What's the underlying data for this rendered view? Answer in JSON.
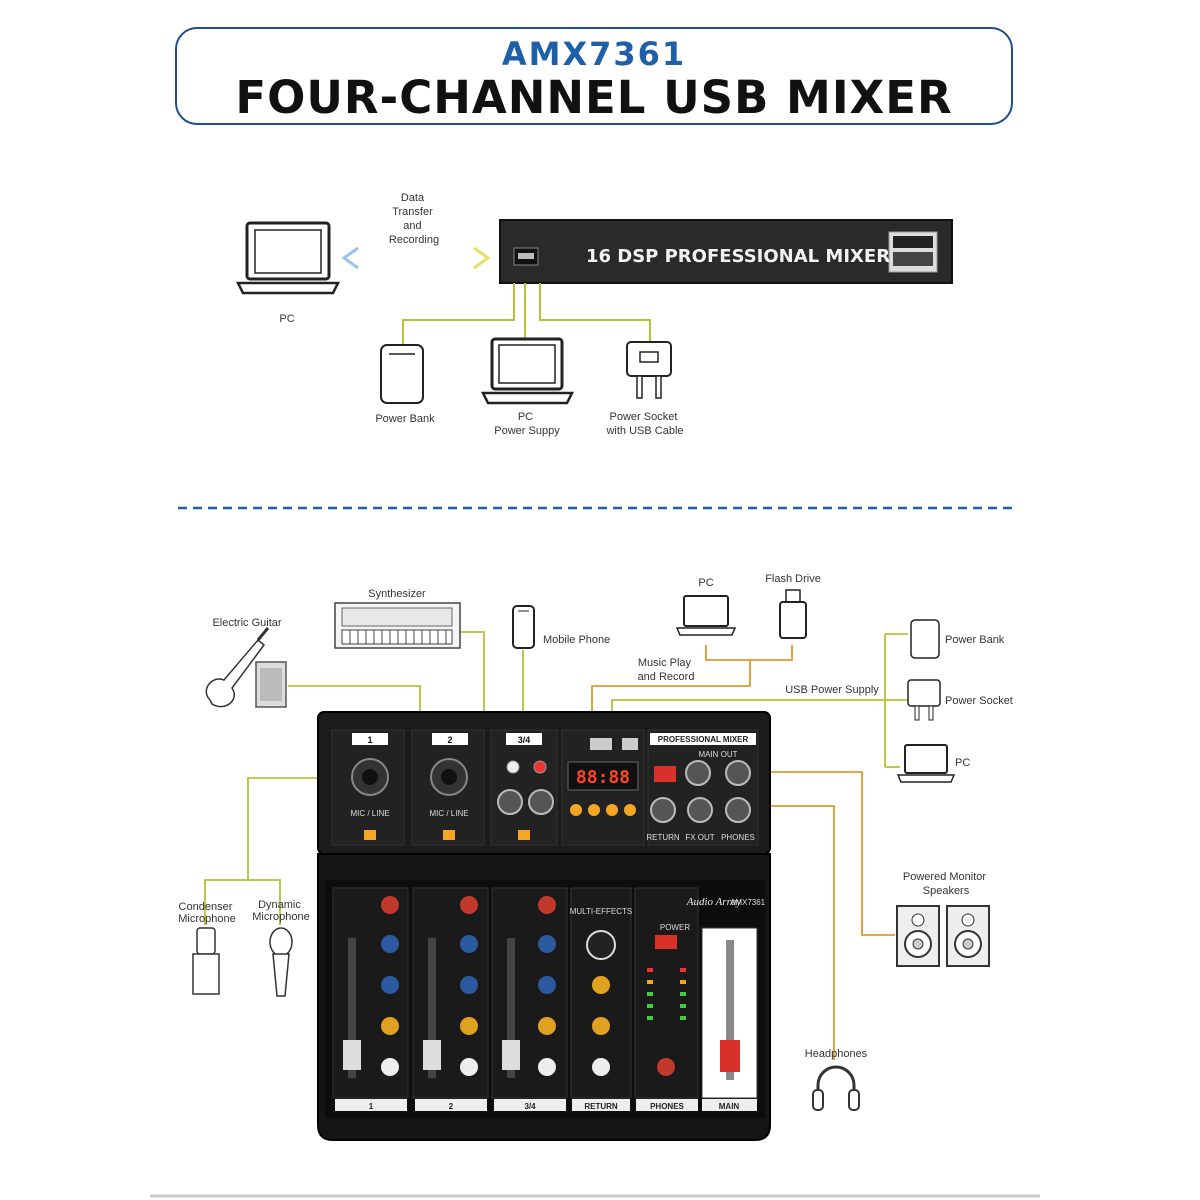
{
  "header": {
    "model": "AMX7361",
    "title": "FOUR-CHANNEL USB MIXER"
  },
  "top_diagram": {
    "data_label": [
      "Data",
      "Transfer",
      "and",
      "Recording"
    ],
    "pc_label": "PC",
    "rack_label": "16 DSP PROFESSIONAL MIXER",
    "power_bank": "Power Bank",
    "pc_power": [
      "PC",
      "Power Suppy"
    ],
    "power_socket": [
      "Power Socket",
      "with USB Cable"
    ]
  },
  "bottom_diagram": {
    "synth": "Synthesizer",
    "guitar": "Electric Guitar",
    "mobile": "Mobile Phone",
    "pc": "PC",
    "flash": "Flash Drive",
    "music_play": [
      "Music Play",
      "and Record"
    ],
    "usb_supply": "USB Power Supply",
    "power_bank": "Power Bank",
    "power_socket": "Power Socket",
    "pc2": "PC",
    "condenser": [
      "Condenser",
      "Microphone"
    ],
    "dynamic": [
      "Dynamic",
      "Microphone"
    ],
    "monitors": [
      "Powered Monitor",
      "Speakers"
    ],
    "headphones": "Headphones"
  },
  "mixer": {
    "ch1": "1",
    "ch2": "2",
    "ch34": "3/4",
    "mic_line": "MIC / LINE",
    "pro_mixer": "PROFESSIONAL MIXER",
    "main_out": "MAIN OUT",
    "return": "RETURN",
    "fx_out": "FX OUT",
    "phones": "PHONES",
    "brand": "Audio Array",
    "model": "AMX7361",
    "power": "POWER",
    "multi_effects": "MULTI-EFFECTS",
    "strip_labels": [
      "1",
      "2",
      "3/4",
      "RETURN",
      "PHONES",
      "MAIN"
    ],
    "display": "88:88"
  },
  "colors": {
    "title_border": "#1f4e8c",
    "model_blue": "#1f5fa8",
    "line_green": "#b5c238",
    "line_orange": "#e0992f",
    "dashed_blue": "#1f5fa8"
  }
}
